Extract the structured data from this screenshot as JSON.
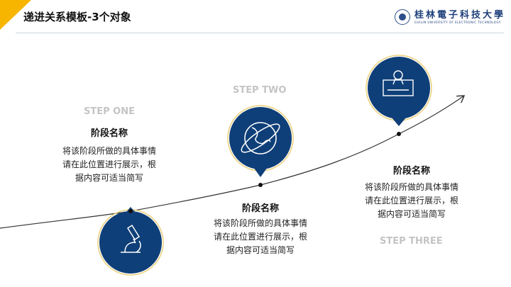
{
  "header": {
    "title": "递进关系模板-3个对象",
    "logo_cn": "桂林電子科技大學",
    "logo_en": "GUILIN UNIVERSITY OF ELECTRONIC TECHNOLOGY"
  },
  "colors": {
    "accent": "#f7b500",
    "circle": "#0f3f78",
    "ring": "#e9cf7a",
    "step_label": "#c4c4c4"
  },
  "steps": [
    {
      "label": "STEP ONE",
      "title": "阶段名称",
      "desc": [
        "将该阶段所做的具体事情",
        "请在此位置进行展示，根",
        "据内容可适当简写"
      ],
      "icon": "microscope-icon"
    },
    {
      "label": "STEP TWO",
      "title": "阶段名称",
      "desc": [
        "将该阶段所做的具体事情",
        "请在此位置进行展示，根",
        "据内容可适当简写"
      ],
      "icon": "globe-icon"
    },
    {
      "label": "STEP THREE",
      "title": "阶段名称",
      "desc": [
        "将该阶段所做的具体事情",
        "请在此位置进行展示，根",
        "据内容可适当简写"
      ],
      "icon": "certificate-icon"
    }
  ]
}
